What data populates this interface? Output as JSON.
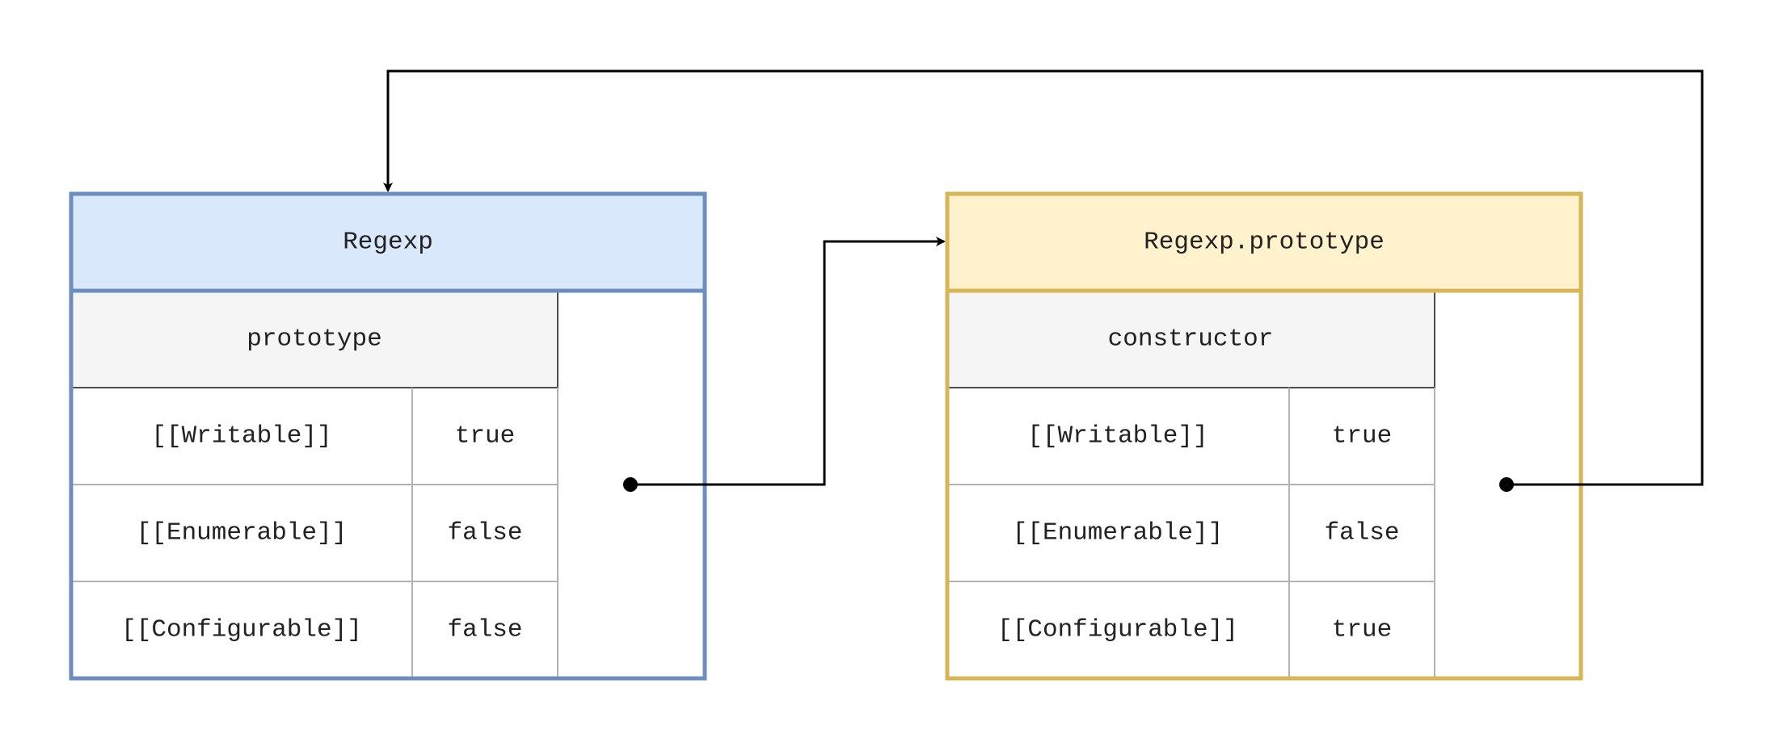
{
  "colors": {
    "regexp_header_fill": "#dae8fc",
    "regexp_border": "#6c8ebf",
    "proto_header_fill": "#fff2cc",
    "proto_border": "#d6b656",
    "property_fill": "#f5f5f5",
    "grid_line": "#b3b3b3",
    "connector": "#000000"
  },
  "objects": [
    {
      "title": "Regexp",
      "property": "prototype",
      "attributes": [
        {
          "name": "[[Writable]]",
          "value": "true"
        },
        {
          "name": "[[Enumerable]]",
          "value": "false"
        },
        {
          "name": "[[Configurable]]",
          "value": "false"
        }
      ]
    },
    {
      "title": "Regexp.prototype",
      "property": "constructor",
      "attributes": [
        {
          "name": "[[Writable]]",
          "value": "true"
        },
        {
          "name": "[[Enumerable]]",
          "value": "false"
        },
        {
          "name": "[[Configurable]]",
          "value": "true"
        }
      ]
    }
  ],
  "edges": [
    {
      "from": "Regexp.prototype",
      "to": "Regexp.prototype"
    },
    {
      "from": "Regexp.prototype.constructor",
      "to": "Regexp"
    }
  ]
}
